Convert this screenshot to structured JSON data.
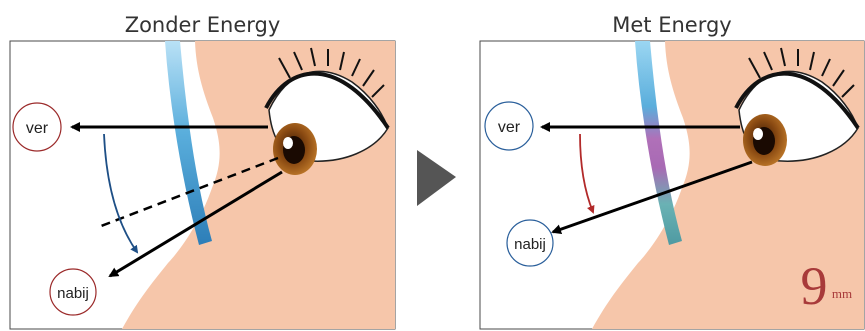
{
  "left_panel": {
    "title": "Zonder Energy",
    "label_far": "ver",
    "label_near": "nabij"
  },
  "right_panel": {
    "title": "Met Energy",
    "label_far": "ver",
    "label_near": "nabij",
    "badge_number": "9",
    "badge_unit": "mm"
  },
  "colors": {
    "skin": "#f6c6aa",
    "lens_blue": "#5aaedc",
    "lens_purple": "#b070b8",
    "lens_teal": "#5aa8a8",
    "iris": "#8a4a12",
    "near_arrow_left": "#1e4f86",
    "near_arrow_right": "#b22a2a",
    "far_circle_left": "#9b2a2a",
    "far_circle_right": "#2a5f9b"
  },
  "icons": {
    "transition": "play-arrow-icon"
  }
}
